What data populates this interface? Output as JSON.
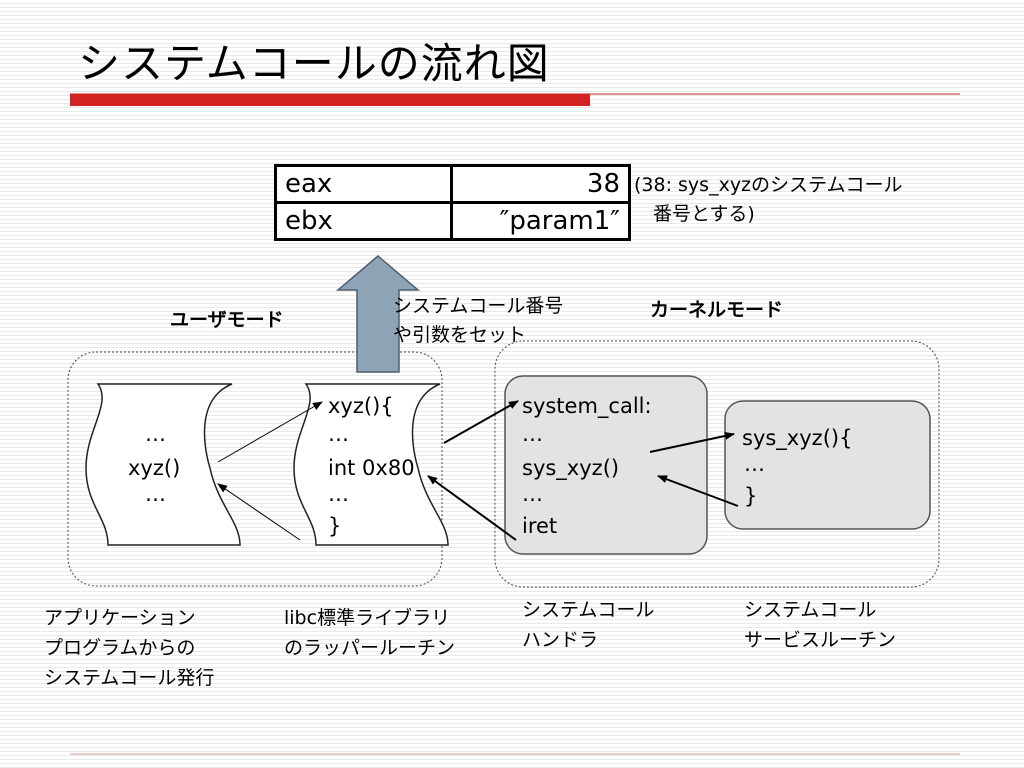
{
  "title": "システムコールの流れ図",
  "registers": [
    {
      "name": "eax",
      "value": "38"
    },
    {
      "name": "ebx",
      "value": "″param1″"
    }
  ],
  "note": {
    "line1": "(38: sys_xyzのシステムコール",
    "line2": "番号とする)"
  },
  "arrow_label": {
    "line1": "システムコール番号",
    "line2": "や引数をセット"
  },
  "user_mode_label": "ユーザモード",
  "kernel_mode_label": "カーネルモード",
  "app_box": {
    "dots1": "…",
    "call": "xyz()",
    "dots2": "…"
  },
  "libc_box": {
    "l1": "xyz(){",
    "l2": "…",
    "l3": "int 0x80",
    "l4": "…",
    "l5": "}"
  },
  "handler_box": {
    "l1": "system_call:",
    "l2": "…",
    "l3": "sys_xyz()",
    "l4": "…",
    "l5": "iret"
  },
  "service_box": {
    "l1": "sys_xyz(){",
    "l2": "…",
    "l3": "}"
  },
  "captions": {
    "app": [
      "アプリケーション",
      "プログラムからの",
      "システムコール発行"
    ],
    "libc": [
      "libc標準ライブラリ",
      "のラッパールーチン"
    ],
    "handler": [
      "システムコール",
      "ハンドラ"
    ],
    "service": [
      "システムコール",
      "サービスルーチン"
    ]
  },
  "colors": {
    "accent_red": "#d32222",
    "arrow_fill": "#8fa3b7",
    "kernel_box_fill": "#e3e3e3"
  }
}
